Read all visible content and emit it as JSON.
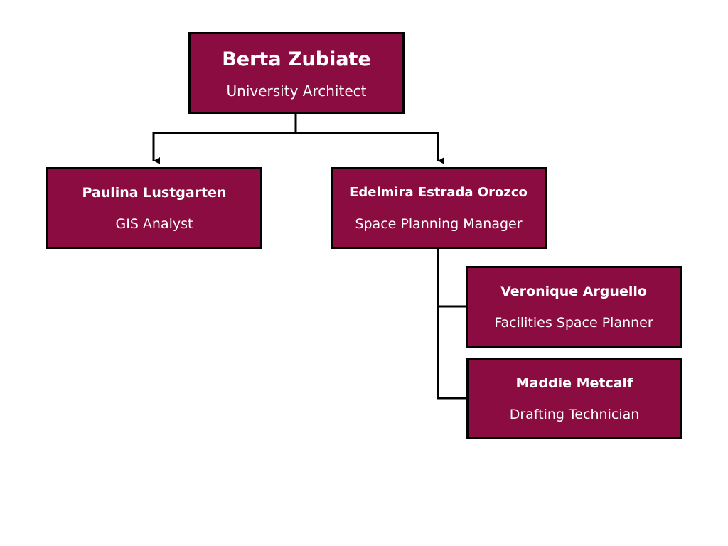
{
  "org_chart": {
    "root": {
      "name": "Berta Zubiate",
      "title": "University Architect"
    },
    "children": [
      {
        "name": "Paulina Lustgarten",
        "title": "GIS Analyst"
      },
      {
        "name": "Edelmira Estrada Orozco",
        "title": "Space Planning Manager",
        "children": [
          {
            "name": "Veronique Arguello",
            "title": "Facilities Space Planner"
          },
          {
            "name": "Maddie Metcalf",
            "title": "Drafting Technician"
          }
        ]
      }
    ]
  },
  "colors": {
    "box_fill": "#8a0c40",
    "box_border": "#000000",
    "text": "#ffffff",
    "connector": "#000000"
  }
}
